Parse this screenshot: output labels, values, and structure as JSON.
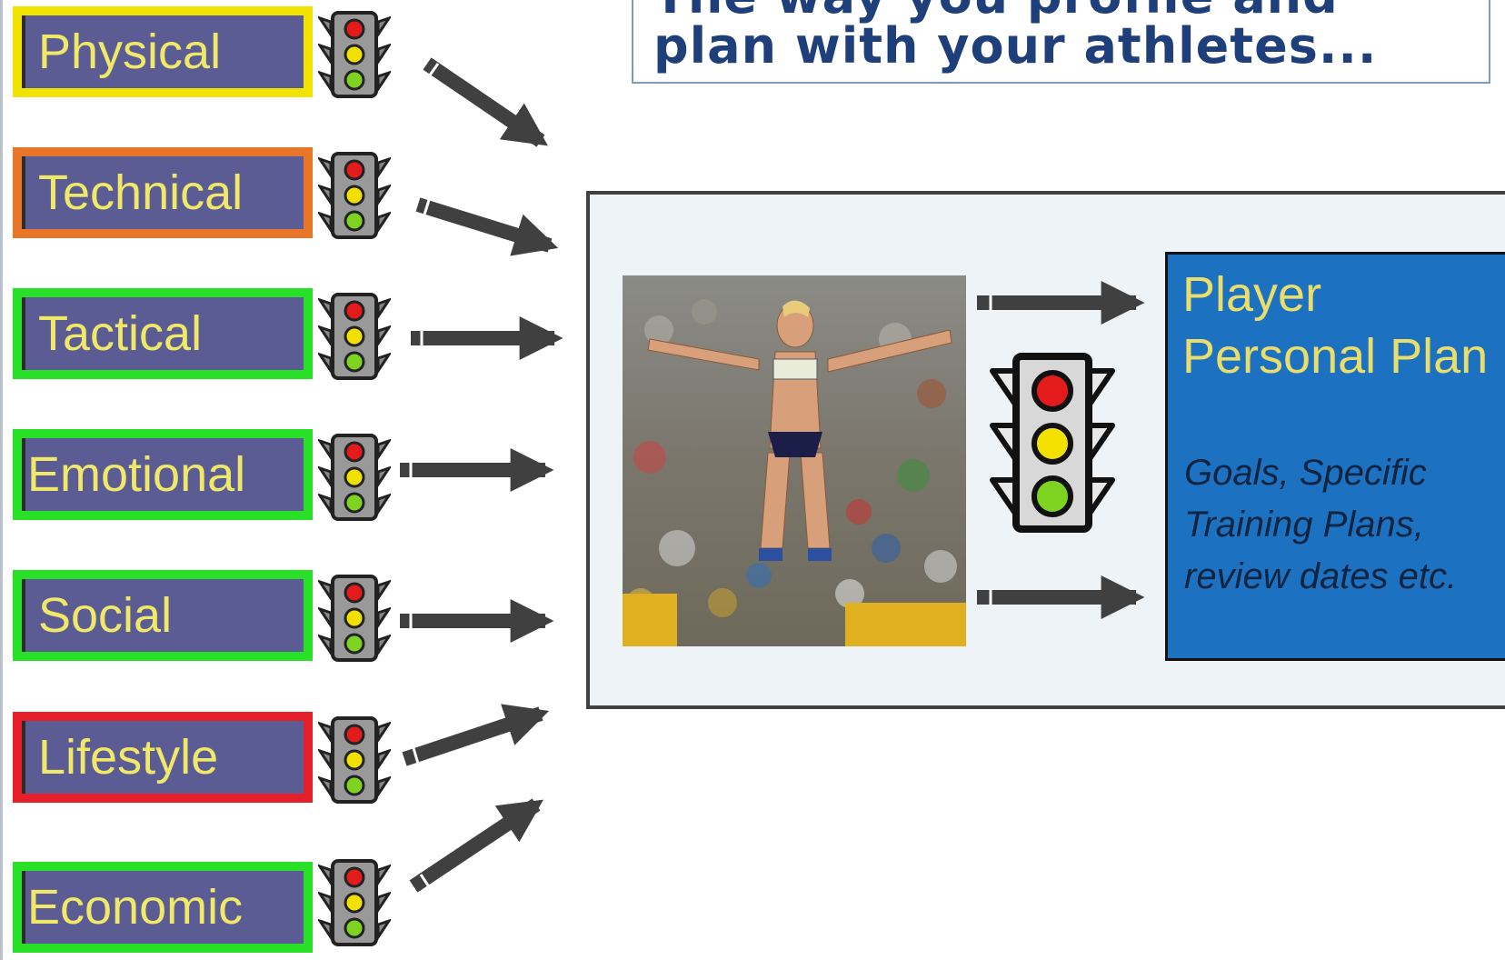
{
  "header": {
    "line1": "The way you profile and",
    "line2": "plan with your athletes..."
  },
  "categories": [
    {
      "label": "Physical",
      "border": "#f2e200"
    },
    {
      "label": "Technical",
      "border": "#e8762a"
    },
    {
      "label": "Tactical",
      "border": "#27e027"
    },
    {
      "label": "Emotional",
      "border": "#27e027"
    },
    {
      "label": "Social",
      "border": "#27e027"
    },
    {
      "label": "Lifestyle",
      "border": "#e5202a"
    },
    {
      "label": "Economic",
      "border": "#27e027"
    }
  ],
  "plan": {
    "title": "Player Personal Plan",
    "description": "Goals, Specific Training Plans, review dates etc."
  },
  "icons": {
    "category_status": "traffic-light-icon",
    "athlete": "athlete-photo",
    "overall_status": "traffic-light-icon"
  },
  "colors": {
    "label_fill": "#5b5c93",
    "label_text": "#f0e868",
    "plan_fill": "#1c72c0",
    "plan_title": "#e9dd6b",
    "arrow": "#404040",
    "light_red": "#e31b1b",
    "light_yellow": "#f2e000",
    "light_green": "#7ed321"
  }
}
